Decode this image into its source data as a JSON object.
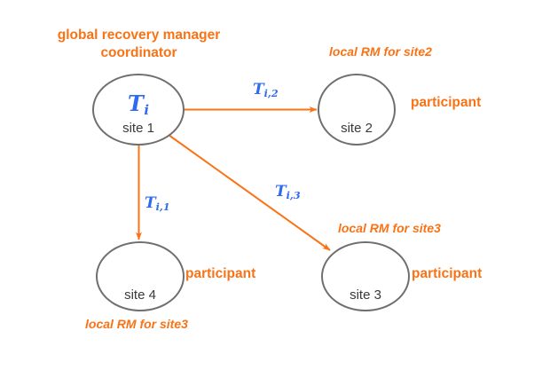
{
  "diagram": {
    "title_lines": [
      "global recovery manager",
      "coordinator"
    ],
    "background_color": "#ffffff",
    "accent_color": "#f97316",
    "transaction_color": "#2f6bf0",
    "node_stroke_color": "#6f6f6f",
    "node_text_color": "#3a3a3a"
  },
  "nodes": [
    {
      "id": "site1",
      "site_label": "site 1",
      "txn_base": "T",
      "txn_sub": "i",
      "role_label": "",
      "rm_label": ""
    },
    {
      "id": "site2",
      "site_label": "site 2",
      "txn_base": "",
      "txn_sub": "",
      "role_label": "participant",
      "rm_label": "local RM for site2"
    },
    {
      "id": "site4",
      "site_label": "site 4",
      "txn_base": "",
      "txn_sub": "",
      "role_label": "participant",
      "rm_label": "local RM for site3"
    },
    {
      "id": "site3",
      "site_label": "site 3",
      "txn_base": "",
      "txn_sub": "",
      "role_label": "participant",
      "rm_label": "local RM for site3"
    }
  ],
  "edges": [
    {
      "id": "e-site1-site2",
      "from": "site1",
      "to": "site2",
      "label_base": "T",
      "label_sub": "i,2"
    },
    {
      "id": "e-site1-site4",
      "from": "site1",
      "to": "site4",
      "label_base": "T",
      "label_sub": "i,1"
    },
    {
      "id": "e-site1-site3",
      "from": "site1",
      "to": "site3",
      "label_base": "T",
      "label_sub": "i,3"
    }
  ]
}
